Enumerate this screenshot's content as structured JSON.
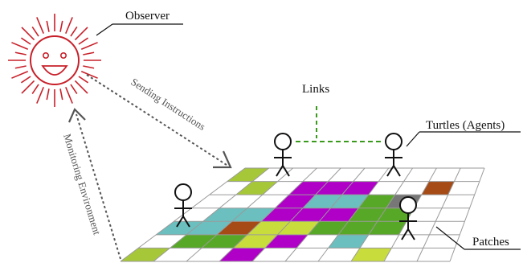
{
  "labels": {
    "observer": "Observer",
    "links": "Links",
    "turtles": "Turtles (Agents)",
    "patches": "Patches",
    "sending": "Sending Instructions",
    "monitoring": "Monitoring Environment"
  },
  "grid": {
    "rows": 7,
    "cols": 10,
    "line_color": "#9a9a9a",
    "cells": [
      {
        "r": 0,
        "c": 0,
        "color": "#a6c838"
      },
      {
        "r": 1,
        "c": 1,
        "color": "#a6c838"
      },
      {
        "r": 1,
        "c": 3,
        "color": "#b000c8"
      },
      {
        "r": 1,
        "c": 4,
        "color": "#b000c8"
      },
      {
        "r": 1,
        "c": 5,
        "color": "#b000c8"
      },
      {
        "r": 1,
        "c": 8,
        "color": "#a64a16"
      },
      {
        "r": 2,
        "c": 3,
        "color": "#b000c8"
      },
      {
        "r": 2,
        "c": 4,
        "color": "#6bbfbf"
      },
      {
        "r": 2,
        "c": 5,
        "color": "#6bbfbf"
      },
      {
        "r": 2,
        "c": 6,
        "color": "#58a828"
      },
      {
        "r": 2,
        "c": 7,
        "color": "#777777"
      },
      {
        "r": 3,
        "c": 1,
        "color": "#6bbfbf"
      },
      {
        "r": 3,
        "c": 2,
        "color": "#6bbfbf"
      },
      {
        "r": 3,
        "c": 3,
        "color": "#b000c8"
      },
      {
        "r": 3,
        "c": 4,
        "color": "#b000c8"
      },
      {
        "r": 3,
        "c": 5,
        "color": "#b000c8"
      },
      {
        "r": 3,
        "c": 6,
        "color": "#58a828"
      },
      {
        "r": 3,
        "c": 7,
        "color": "#58a828"
      },
      {
        "r": 4,
        "c": 0,
        "color": "#6bbfbf"
      },
      {
        "r": 4,
        "c": 1,
        "color": "#6bbfbf"
      },
      {
        "r": 4,
        "c": 2,
        "color": "#a64a16"
      },
      {
        "r": 4,
        "c": 3,
        "color": "#c8dc3c"
      },
      {
        "r": 4,
        "c": 4,
        "color": "#c8dc3c"
      },
      {
        "r": 4,
        "c": 5,
        "color": "#58a828"
      },
      {
        "r": 4,
        "c": 6,
        "color": "#58a828"
      },
      {
        "r": 4,
        "c": 7,
        "color": "#58a828"
      },
      {
        "r": 5,
        "c": 1,
        "color": "#58a828"
      },
      {
        "r": 5,
        "c": 2,
        "color": "#58a828"
      },
      {
        "r": 5,
        "c": 3,
        "color": "#c8dc3c"
      },
      {
        "r": 5,
        "c": 4,
        "color": "#b000c8"
      },
      {
        "r": 5,
        "c": 6,
        "color": "#6bbfbf"
      },
      {
        "r": 6,
        "c": 0,
        "color": "#a6c838"
      },
      {
        "r": 6,
        "c": 3,
        "color": "#b000c8"
      },
      {
        "r": 6,
        "c": 7,
        "color": "#c8dc3c"
      }
    ]
  },
  "colors": {
    "observer": "#c8202a",
    "link": "#3a9a1c",
    "arrow": "#555555",
    "ink": "#111111"
  }
}
